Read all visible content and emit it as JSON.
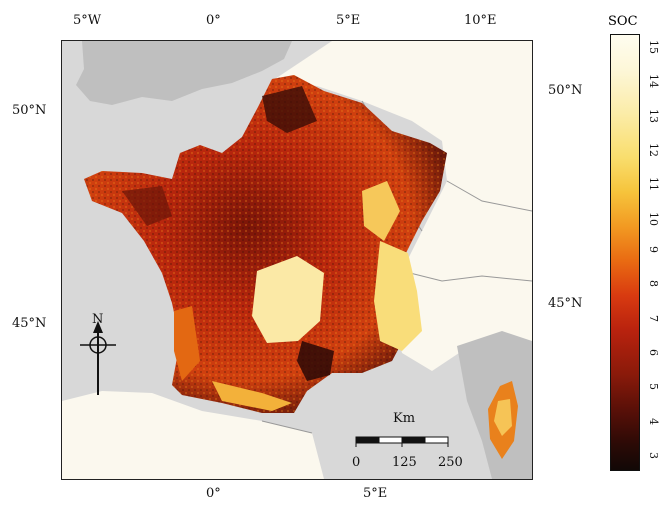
{
  "map": {
    "longitude_labels_top": [
      "5°W",
      "0°",
      "5°E",
      "10°E"
    ],
    "longitude_labels_bottom": [
      "0°",
      "5°E"
    ],
    "latitude_labels_left": [
      "50°N",
      "45°N"
    ],
    "latitude_labels_right": [
      "50°N",
      "45°N"
    ]
  },
  "north_arrow": {
    "label": "N"
  },
  "scale_bar": {
    "unit": "Km",
    "ticks": [
      "0",
      "125",
      "250"
    ]
  },
  "legend": {
    "title": "SOC",
    "ticks": [
      "3",
      "4",
      "5",
      "6",
      "7",
      "8",
      "9",
      "10",
      "11",
      "12",
      "13",
      "14",
      "15"
    ]
  },
  "colors": {
    "sea": "#d8d8d8",
    "land_outside": "#fbf8ee",
    "border": "#999999",
    "low": "#120806",
    "mid": "#d83a10",
    "high": "#fffdf0"
  }
}
